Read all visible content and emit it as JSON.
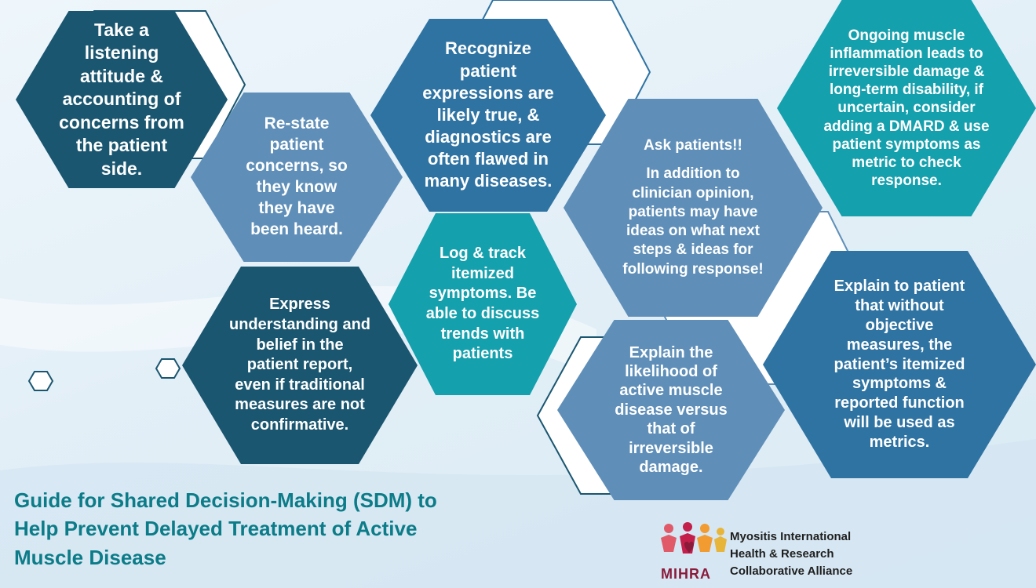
{
  "hexagons": [
    {
      "id": "listen",
      "lines": [
        "Take a",
        "listening",
        "attitude &",
        "accounting of",
        "concerns from",
        "the patient",
        "side."
      ]
    },
    {
      "id": "restate",
      "lines": [
        "Re-state",
        "patient",
        "concerns, so",
        "they know",
        "they have",
        "been heard."
      ]
    },
    {
      "id": "recognize",
      "lines": [
        "Recognize",
        "patient",
        "expressions are",
        "likely true, &",
        "diagnostics are",
        "often flawed in",
        "many diseases."
      ]
    },
    {
      "id": "ask",
      "heading": "Ask patients!!",
      "lines": [
        "In addition to",
        "clinician opinion,",
        "patients may have",
        "ideas on what next",
        "steps & ideas for",
        "following response!"
      ]
    },
    {
      "id": "inflammation",
      "lines": [
        "Ongoing muscle",
        "inflammation leads to",
        "irreversible damage &",
        "long-term disability, if",
        "uncertain, consider",
        "adding a DMARD & use",
        "patient symptoms as",
        "metric to check",
        "response."
      ]
    },
    {
      "id": "express",
      "lines": [
        "Express",
        "understanding and",
        "belief in the",
        "patient report,",
        "even if traditional",
        "measures are not",
        "confirmative."
      ]
    },
    {
      "id": "log",
      "lines": [
        "Log & track",
        "itemized",
        "symptoms. Be",
        "able to discuss",
        "trends with",
        "patients"
      ]
    },
    {
      "id": "likelihood",
      "lines": [
        "Explain the",
        "likelihood of",
        "active muscle",
        "disease versus",
        "that of",
        "irreversible",
        "damage."
      ]
    },
    {
      "id": "metrics",
      "lines": [
        "Explain to patient",
        "that without",
        "objective",
        "measures, the",
        "patient’s itemized",
        "symptoms &",
        "reported function",
        "will be used as",
        "metrics."
      ]
    }
  ],
  "title_lines": [
    "Guide for Shared Decision-Making (SDM) to",
    "Help Prevent Delayed Treatment of Active",
    "Muscle Disease"
  ],
  "logo": {
    "abbr": "MIHRA",
    "lines": [
      "Myositis International",
      "Health & Research",
      "Collaborative Alliance"
    ]
  },
  "colors": {
    "dark": "#1a5670",
    "mid": "#2f73a2",
    "light": "#5f8fb8",
    "teal": "#14a0ad",
    "title": "#0b7c88"
  }
}
